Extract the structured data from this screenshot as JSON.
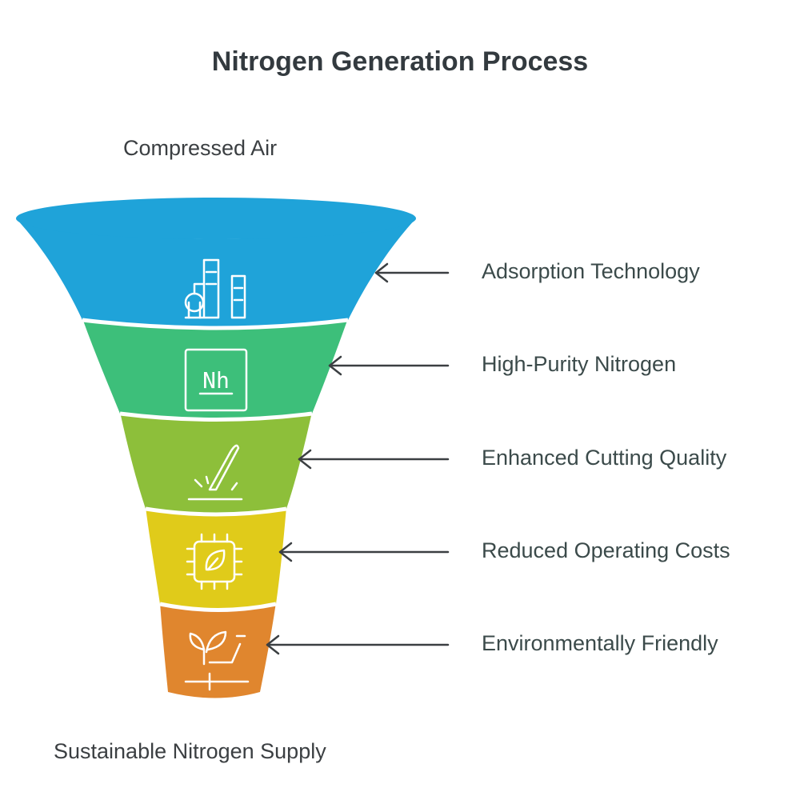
{
  "title": "Nitrogen Generation Process",
  "input_label": "Compressed Air",
  "output_label": "Sustainable Nitrogen Supply",
  "stages": [
    {
      "label": "Adsorption Technology",
      "icon": "industry-icon",
      "color": "#1fa3d9"
    },
    {
      "label": "High-Purity Nitrogen",
      "icon": "nitrogen-element-icon",
      "color": "#3dbf7a"
    },
    {
      "label": "Enhanced Cutting Quality",
      "icon": "cutting-knife-icon",
      "color": "#8dbf3a"
    },
    {
      "label": "Reduced Operating Costs",
      "icon": "energy-chip-icon",
      "color": "#e0cb1a"
    },
    {
      "label": "Environmentally Friendly",
      "icon": "plant-hand-icon",
      "color": "#e0862e"
    }
  ],
  "element_symbol": "Nh",
  "arrow_color": "#3b3f42",
  "rim_color": "#1fa3d9"
}
